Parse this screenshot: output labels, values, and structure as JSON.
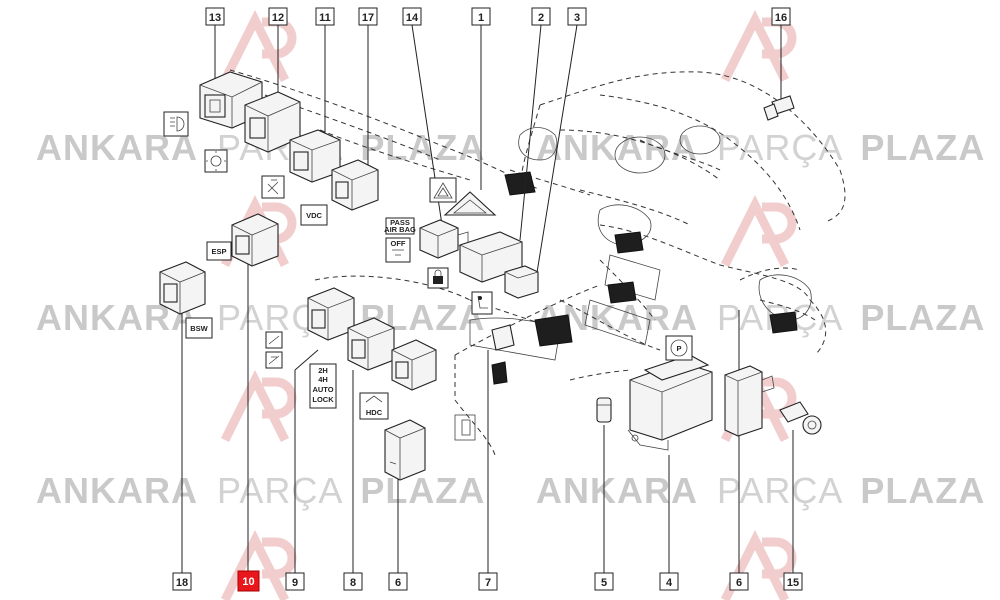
{
  "watermark": {
    "brand_bold_1": "ANKARA",
    "brand_light": "PARÇA",
    "brand_bold_2": "PLAZA"
  },
  "callouts": [
    {
      "label": "13",
      "highlight": false
    },
    {
      "label": "12",
      "highlight": false
    },
    {
      "label": "11",
      "highlight": false
    },
    {
      "label": "17",
      "highlight": false
    },
    {
      "label": "14",
      "highlight": false
    },
    {
      "label": "1",
      "highlight": false
    },
    {
      "label": "2",
      "highlight": false
    },
    {
      "label": "3",
      "highlight": false
    },
    {
      "label": "16",
      "highlight": false
    },
    {
      "label": "18",
      "highlight": false
    },
    {
      "label": "10",
      "highlight": true
    },
    {
      "label": "9",
      "highlight": false
    },
    {
      "label": "8",
      "highlight": false
    },
    {
      "label": "6",
      "highlight": false
    },
    {
      "label": "7",
      "highlight": false
    },
    {
      "label": "5",
      "highlight": false
    },
    {
      "label": "4",
      "highlight": false
    },
    {
      "label": "6",
      "highlight": false
    },
    {
      "label": "15",
      "highlight": false
    }
  ],
  "symbols": {
    "vdc": "VDC",
    "esp": "ESP",
    "bsw": "BSW",
    "hdc": "HDC",
    "airbag_line1": "PASS",
    "airbag_line2": "AIR BAG",
    "airbag_off": "OFF",
    "drive_2h": "2H",
    "drive_4h": "4H",
    "drive_auto": "AUTO",
    "drive_lock": "LOCK",
    "parking_brake": "P"
  },
  "colors": {
    "highlight": "#e8161d",
    "watermark": "#c9c9c9",
    "watermark_logo": "#e9b4b4",
    "line": "#222222"
  }
}
